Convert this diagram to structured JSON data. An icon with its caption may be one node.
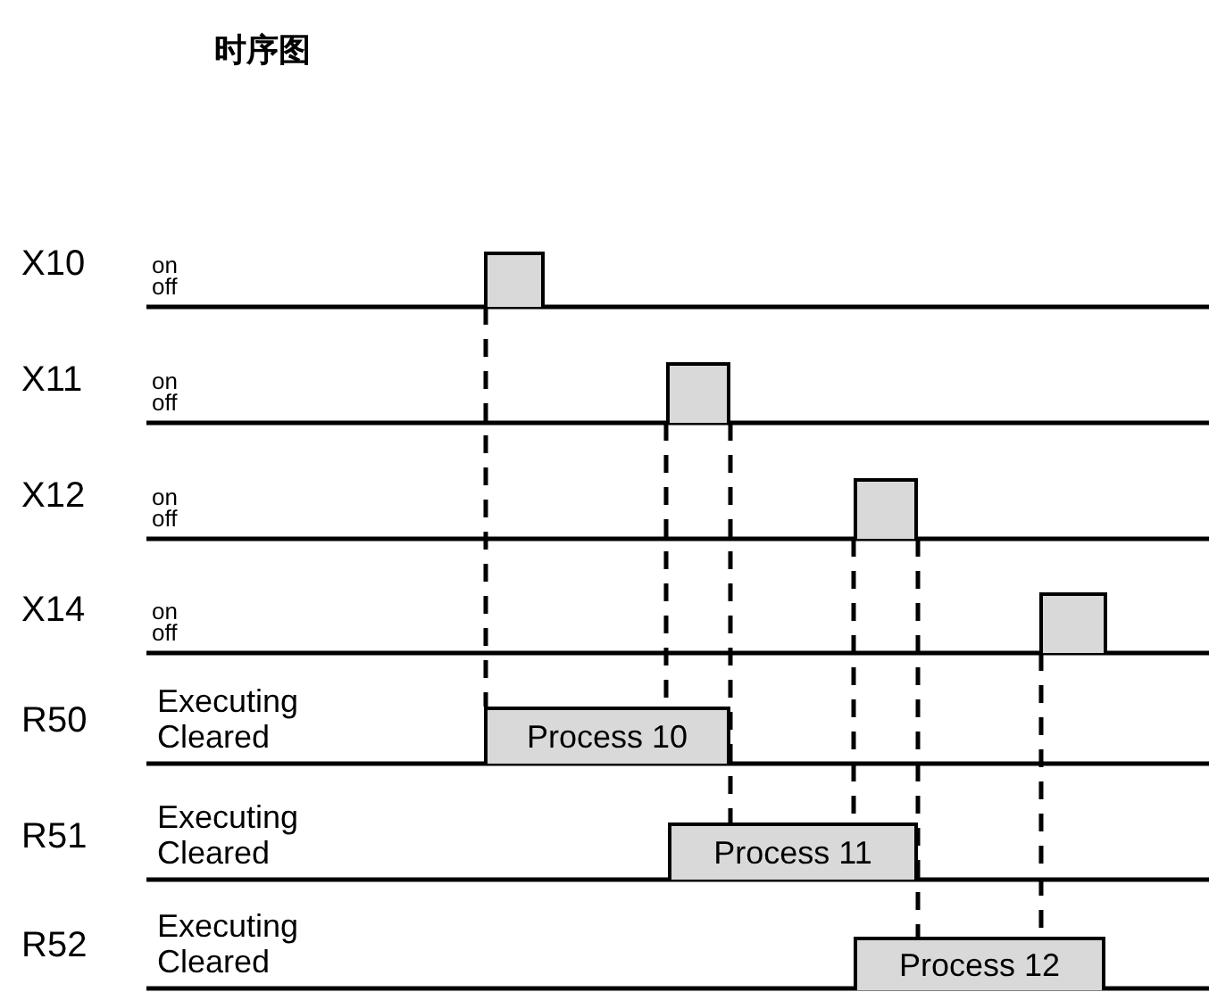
{
  "diagram": {
    "title": "时序图",
    "nodes": [
      {
        "text": [],
        "shape": "box"
      },
      {
        "text": [],
        "shape": "box"
      },
      {
        "text": [],
        "shape": "box"
      },
      {
        "text": [],
        "shape": "box"
      },
      {
        "text": [
          "Process 10"
        ]
      },
      {
        "text": [
          "Process 11"
        ]
      },
      {
        "text": [
          "Process 12"
        ]
      }
    ],
    "edges": [
      {
        "from": 0,
        "to": 4,
        "arrow": "none",
        "style": "dashed"
      },
      {
        "from": 1,
        "to": 4,
        "arrow": "none",
        "style": "dashed"
      },
      {
        "from": 1,
        "to": 5,
        "arrow": "none",
        "style": "dashed"
      },
      {
        "from": 2,
        "to": 5,
        "arrow": "none",
        "style": "dashed"
      },
      {
        "from": 2,
        "to": 6,
        "arrow": "none",
        "style": "dashed"
      },
      {
        "from": 3,
        "to": 6,
        "arrow": "none",
        "style": "dashed"
      }
    ],
    "labels": [
      "X10",
      "on",
      "off",
      "X11",
      "on",
      "off",
      "X12",
      "on",
      "off",
      "X14",
      "on",
      "off",
      "R50",
      "Executing",
      "Cleared",
      "R51",
      "Executing",
      "Cleared",
      "R52",
      "Executing",
      "Cleared"
    ]
  }
}
